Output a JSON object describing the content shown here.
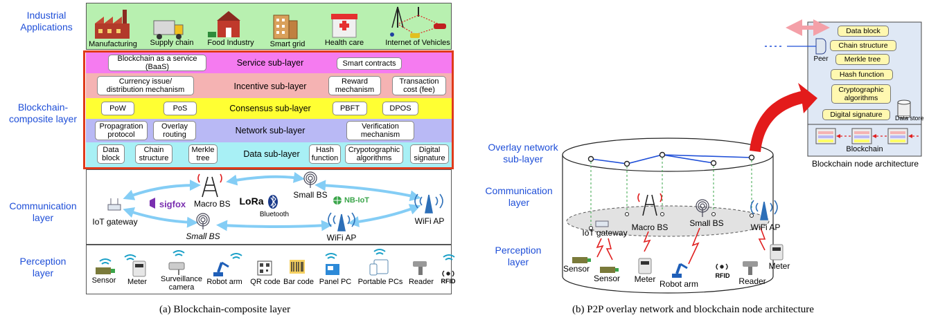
{
  "left": {
    "side_labels": {
      "industrial": "Industrial\nApplications",
      "blockchain": "Blockchain-\ncomposite layer",
      "communication": "Communication\nlayer",
      "perception": "Perception\nlayer"
    },
    "apps": [
      "Manufacturing",
      "Supply chain",
      "Food Industry",
      "Smart grid",
      "Health care",
      "Internet of Vehicles"
    ],
    "service": {
      "title": "Service sub-layer",
      "boxes": [
        "Blockchain as a service\n(BaaS)",
        "Smart contracts"
      ]
    },
    "incentive": {
      "title": "Incentive sub-layer",
      "boxes": [
        "Currency issue/\ndistribution mechanism",
        "Reward\nmechanism",
        "Transaction\ncost (fee)"
      ]
    },
    "consensus": {
      "title": "Consensus sub-layer",
      "boxes": [
        "PoW",
        "PoS",
        "PBFT",
        "DPOS"
      ]
    },
    "network": {
      "title": "Network sub-layer",
      "boxes": [
        "Propagration\nprotocol",
        "Overlay\nrouting",
        "Verification\nmechanism"
      ]
    },
    "data": {
      "title": "Data sub-layer",
      "boxes": [
        "Data\nblock",
        "Chain\nstructure",
        "Merkle\ntree",
        "Hash\nfunction",
        "Crypotographic\nalgorithms",
        "Digital\nsignature"
      ]
    },
    "comm": {
      "iot_gateway": "IoT gateway",
      "macro_bs": "Macro BS",
      "small_bs_top": "Small BS",
      "small_bs_bottom": "Small BS",
      "wifi_ap_right": "WiFi AP",
      "wifi_ap_bottom": "WiFi AP",
      "sigfox": "sigfox",
      "lora": "LoRa",
      "bluetooth": "Bluetooth",
      "nbiot": "NB-IoT"
    },
    "devices": [
      "Sensor",
      "Meter",
      "Surveillance\ncamera",
      "Robot arm",
      "QR code",
      "Bar code",
      "Panel PC",
      "Portable PCs",
      "Reader",
      "RFID"
    ],
    "caption": "(a)  Blockchain-composite layer"
  },
  "right": {
    "labels": {
      "overlay": "Overlay network\nsub-layer",
      "communication": "Communication\nlayer",
      "perception": "Perception\nlayer"
    },
    "node": {
      "peer": "Peer",
      "boxes": [
        "Data block",
        "Chain structure",
        "Merkle tree",
        "Hash function",
        "Cryptographic\nalgorithms",
        "Digital signature"
      ],
      "data_store": "Data store",
      "blockchain": "Blockchain",
      "title": "Blockchain node architecture"
    },
    "cyl": {
      "iot_gateway": "IoT gateway",
      "macro_bs": "Macro BS",
      "small_bs": "Small BS",
      "wifi_ap": "WiFi AP",
      "sensor1": "Sensor",
      "sensor2": "Sensor",
      "meter1": "Meter",
      "meter2": "Meter",
      "robot_arm": "Robot arm",
      "rfid": "RFID",
      "reader": "Reader"
    },
    "caption": "(b)  P2P overlay network and blockchain node architecture"
  },
  "colors": {
    "label_blue": "#1f4fd8",
    "industrial_bg": "#b8f0b0",
    "service_bg": "#f57bf0",
    "incentive_bg": "#f5b3b3",
    "consensus_bg": "#ffff33",
    "network_bg": "#b9b9f5",
    "data_bg": "#a8f0f5",
    "frame_red": "#e03a1a",
    "comm_arrow": "#84cdf5"
  }
}
